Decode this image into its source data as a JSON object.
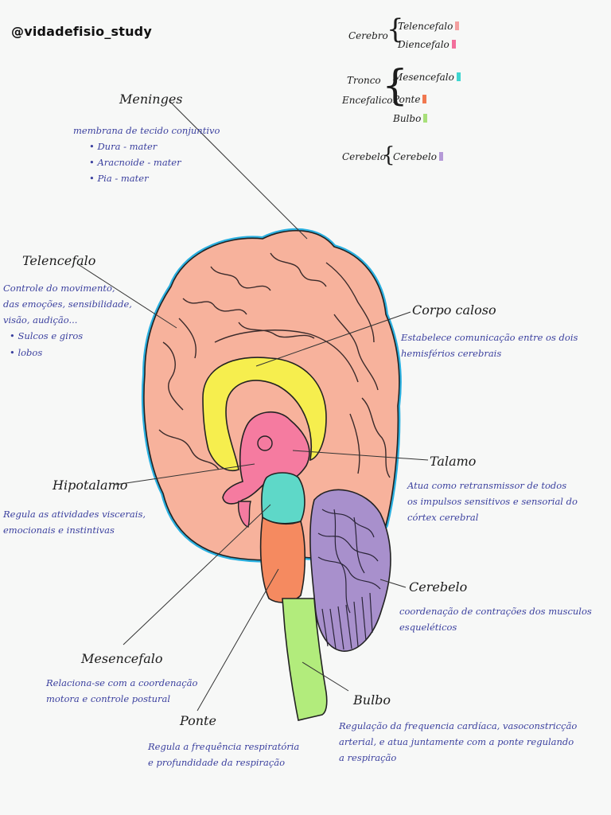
{
  "watermark": "@vidadefisio_study",
  "legend": {
    "groups": [
      {
        "name": "Cerebro",
        "items": [
          {
            "label": "Telencefalo",
            "color": "#f4a0a0"
          },
          {
            "label": "Diencefalo",
            "color": "#f26f9c"
          }
        ]
      },
      {
        "name_lines": [
          "Tronco",
          "Encefalico"
        ],
        "items": [
          {
            "label": "Mesencefalo",
            "color": "#3fd6d0"
          },
          {
            "label": "Ponte",
            "color": "#f07850"
          },
          {
            "label": "Bulbo",
            "color": "#a8e07a"
          }
        ]
      },
      {
        "name": "Cerebelo",
        "items": [
          {
            "label": "Cerebelo",
            "color": "#b59ad8"
          }
        ]
      }
    ]
  },
  "labels": {
    "meninges": {
      "title": "Meninges",
      "lines": [
        "membrana de tecido conjuntivo",
        "• Dura - mater",
        "• Aracnoide - mater",
        "• Pia - mater"
      ]
    },
    "telencefalo": {
      "title": "Telencefalo",
      "lines": [
        "Controle do movimento,",
        "das emoções, sensibilidade,",
        "visão, audição...",
        "• Sulcos e giros",
        "• lobos"
      ]
    },
    "corpo_caloso": {
      "title": "Corpo caloso",
      "lines": [
        "Estabelece comunicação entre os dois",
        "hemisférios cerebrais"
      ]
    },
    "talamo": {
      "title": "Talamo",
      "lines": [
        "Atua como retransmissor de todos",
        "os impulsos sensitivos e sensorial do",
        "córtex cerebral"
      ]
    },
    "hipotalamo": {
      "title": "Hipotalamo",
      "lines": [
        "Regula as atividades viscerais,",
        "emocionais e instintivas"
      ]
    },
    "cerebelo": {
      "title": "Cerebelo",
      "lines": [
        "coordenação de contrações dos musculos",
        "esqueléticos"
      ]
    },
    "mesencefalo": {
      "title": "Mesencefalo",
      "lines": [
        "Relaciona-se com a coordenação",
        "motora e controle postural"
      ]
    },
    "ponte": {
      "title": "Ponte",
      "lines": [
        "Regula a frequência respiratória",
        "e profundidade da respiração"
      ]
    },
    "bulbo": {
      "title": "Bulbo",
      "lines": [
        "Regulação da frequencia cardíaca, vasoconstricção",
        "arterial, e atua juntamente com a ponte regulando",
        "a respiração"
      ]
    }
  },
  "colors": {
    "telencefalo": "#f7b29c",
    "meninges_outline": "#2ab0e0",
    "corpo_caloso": "#f6ee4e",
    "diencefalo": "#f57ba0",
    "mesencefalo": "#5ed8c8",
    "ponte": "#f58a60",
    "bulbo": "#b2ec7c",
    "cerebelo": "#a890cc",
    "text_blue": "#3a3f9e"
  }
}
